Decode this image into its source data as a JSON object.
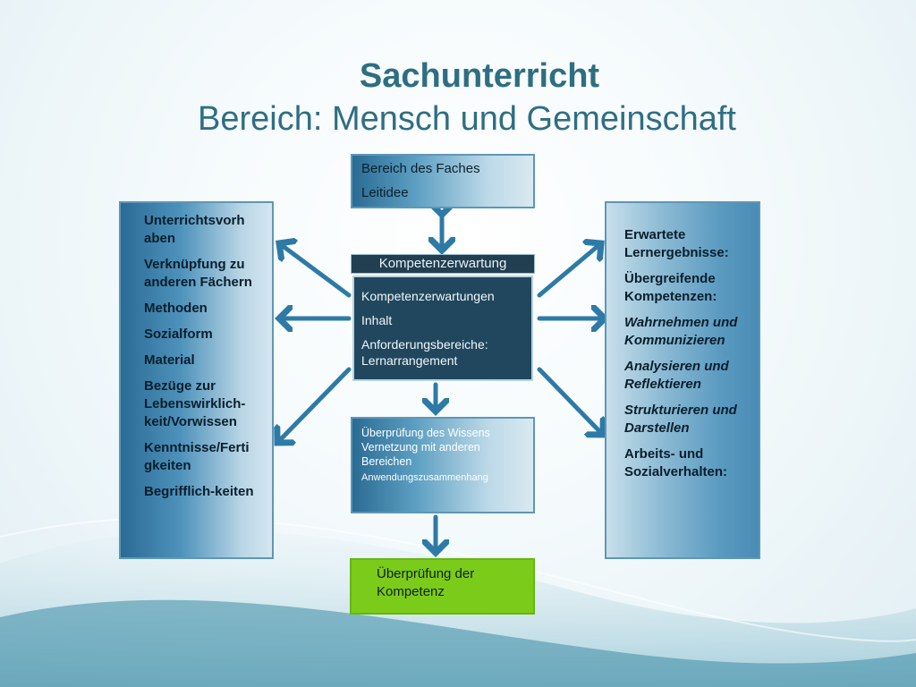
{
  "title": {
    "line1": "Sachunterricht",
    "line2": "Bereich: Mensch und Gemeinschaft"
  },
  "top_box": {
    "items": [
      "Bereich des Faches",
      "Leitidee"
    ]
  },
  "left_box": {
    "items": [
      "Unterrichtsvorh aben",
      "Verknüpfung zu anderen Fächern",
      "Methoden",
      "Sozialform",
      "Material",
      "Bezüge zur Lebenswirklich-keit/Vorwissen",
      "Kenntnisse/Ferti gkeiten",
      "Begrifflich-keiten"
    ]
  },
  "center_box": {
    "heading": "Kompetenzerwartung",
    "items": [
      "Kompetenzerwartungen",
      "Inhalt",
      "Anforderungsbereiche: Lernarrangement"
    ]
  },
  "check_box": {
    "items": [
      "Überprüfung des Wissens",
      "Vernetzung mit anderen Bereichen",
      "Anwendungszusammenhang"
    ]
  },
  "right_box": {
    "items": [
      "Erwartete Lernergebnisse:",
      "Übergreifende Kompetenzen:",
      "Wahrnehmen und Kommunizieren",
      "Analysieren und Reflektieren",
      "Strukturieren und Darstellen",
      "Arbeits- und Sozialverhalten:"
    ]
  },
  "green_box": {
    "text": "Überprüfung der Kompetenz"
  },
  "colors": {
    "title": "#2e6e82",
    "arrow": "#2e7aa6",
    "center_fill": "#20475d",
    "green_fill": "#7bcb1a"
  }
}
